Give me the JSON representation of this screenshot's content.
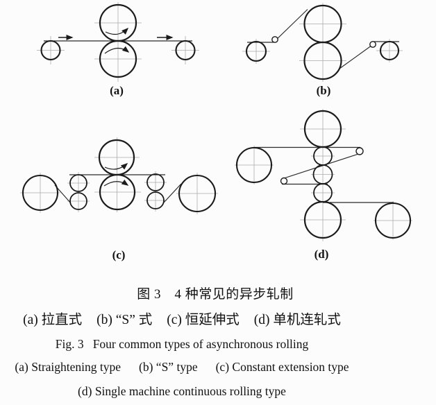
{
  "figure": {
    "panels": [
      {
        "label": "(a)"
      },
      {
        "label": "(b)"
      },
      {
        "label": "(c)"
      },
      {
        "label": "(d)"
      }
    ],
    "caption_cn": {
      "title": "图 3　4 种常见的异步轧制",
      "items": [
        "(a) 拉直式",
        "(b) “S” 式",
        "(c) 恒延伸式",
        "(d) 单机连轧式"
      ]
    },
    "caption_en": {
      "title": "Fig. 3   Four common types of asynchronous rolling",
      "items_row1": [
        "(a) Straightening type",
        "(b) “S” type",
        "(c) Constant extension type"
      ],
      "items_row2": "(d) Single machine continuous rolling type"
    },
    "colors": {
      "line": "#1b1b1b",
      "strip": "#2a2a2a",
      "crosshair": "#aaaaaa",
      "background": "#fcfcfc",
      "text": "#111111"
    }
  }
}
